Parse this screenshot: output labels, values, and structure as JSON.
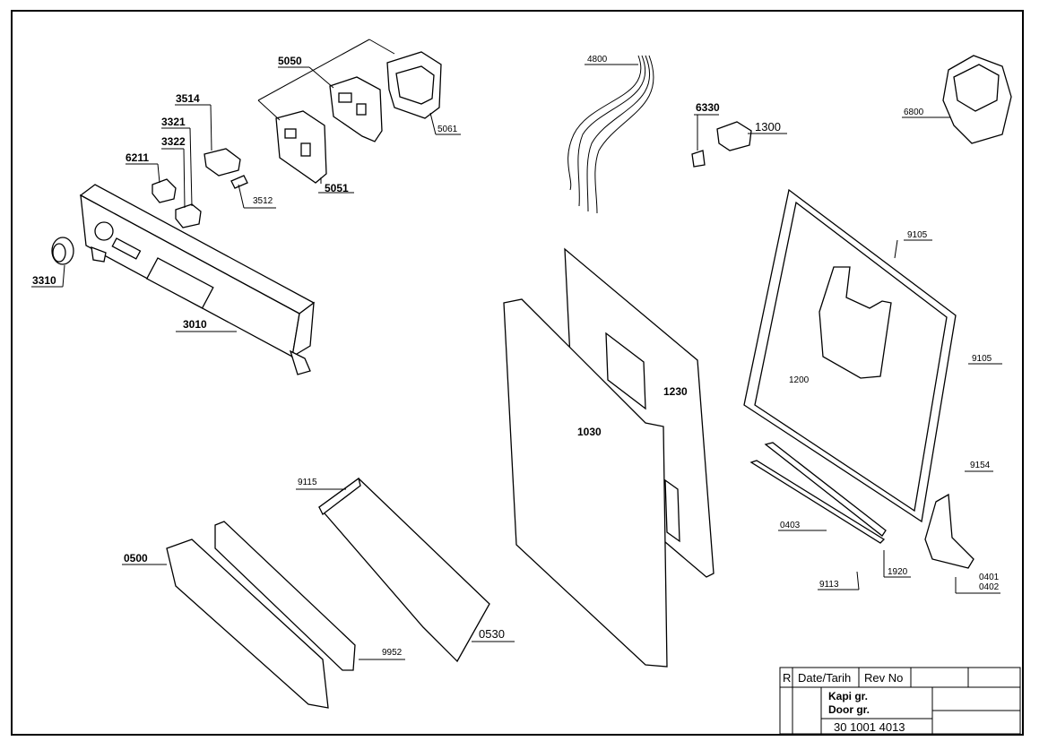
{
  "drawing": {
    "labels": {
      "l5050": "5050",
      "l5061": "5061",
      "l5051": "5051",
      "l3514": "3514",
      "l3321": "3321",
      "l3322": "3322",
      "l6211": "6211",
      "l3512": "3512",
      "l3310": "3310",
      "l3010": "3010",
      "l4800": "4800",
      "l6330": "6330",
      "l1300": "1300",
      "l6800": "6800",
      "l9105a": "9105",
      "l9105b": "9105",
      "l1200": "1200",
      "l1230": "1230",
      "l1030": "1030",
      "l9154": "9154",
      "l9115": "9115",
      "l0500": "0500",
      "l0530": "0530",
      "l9952": "9952",
      "l0403": "0403",
      "l9113": "9113",
      "l1920": "1920",
      "l0401": "0401",
      "l0402": "0402"
    }
  },
  "title_block": {
    "r": "R",
    "date": "Date/Tarih",
    "rev": "Rev No",
    "name_tr": "Kapi gr.",
    "name_en": "Door gr.",
    "number": "30 1001 4013"
  }
}
